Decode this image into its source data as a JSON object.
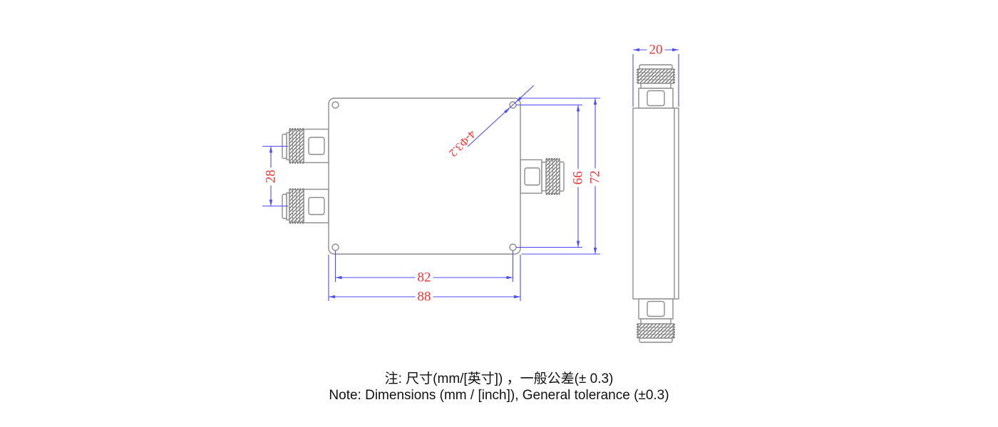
{
  "drawing": {
    "dimensions": {
      "connector_spacing": "28",
      "hole_spacing_horizontal": "82",
      "body_width": "88",
      "hole_spacing_vertical": "66",
      "body_height": "72",
      "body_thickness": "20",
      "mounting_hole_callout": "4-Φ3.2"
    },
    "note": {
      "line_zh": "注: 尺寸(mm/[英寸]) ，一般公差(± 0.3)",
      "line_en": "Note: Dimensions (mm / [inch]), General tolerance (±0.3)"
    }
  },
  "colors": {
    "dimension_line": "#4d4dff",
    "dimension_text": "#fb3030",
    "body_outline": "#8c8c8c",
    "note_text": "#111111",
    "background": "#ffffff"
  }
}
